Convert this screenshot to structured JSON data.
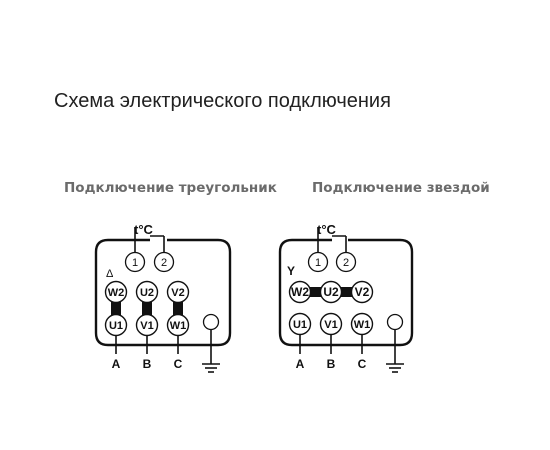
{
  "title": "Схема электрического подключения",
  "triangle": {
    "caption": "Подключение треугольник",
    "symbol": "Δ",
    "thermal_label": "t°C",
    "thermal_terminals": [
      "1",
      "2"
    ],
    "top_row": [
      "W2",
      "U2",
      "V2"
    ],
    "bottom_row": [
      "U1",
      "V1",
      "W1"
    ],
    "phases": [
      "A",
      "B",
      "C"
    ]
  },
  "star": {
    "caption": "Подключение звездой",
    "symbol": "Y",
    "thermal_label": "t°C",
    "thermal_terminals": [
      "1",
      "2"
    ],
    "top_row": [
      "W2",
      "U2",
      "V2"
    ],
    "bottom_row": [
      "U1",
      "V1",
      "W1"
    ],
    "phases": [
      "A",
      "B",
      "C"
    ]
  },
  "colors": {
    "line": "#111111",
    "title": "#222222",
    "caption": "#6b6b6b"
  }
}
